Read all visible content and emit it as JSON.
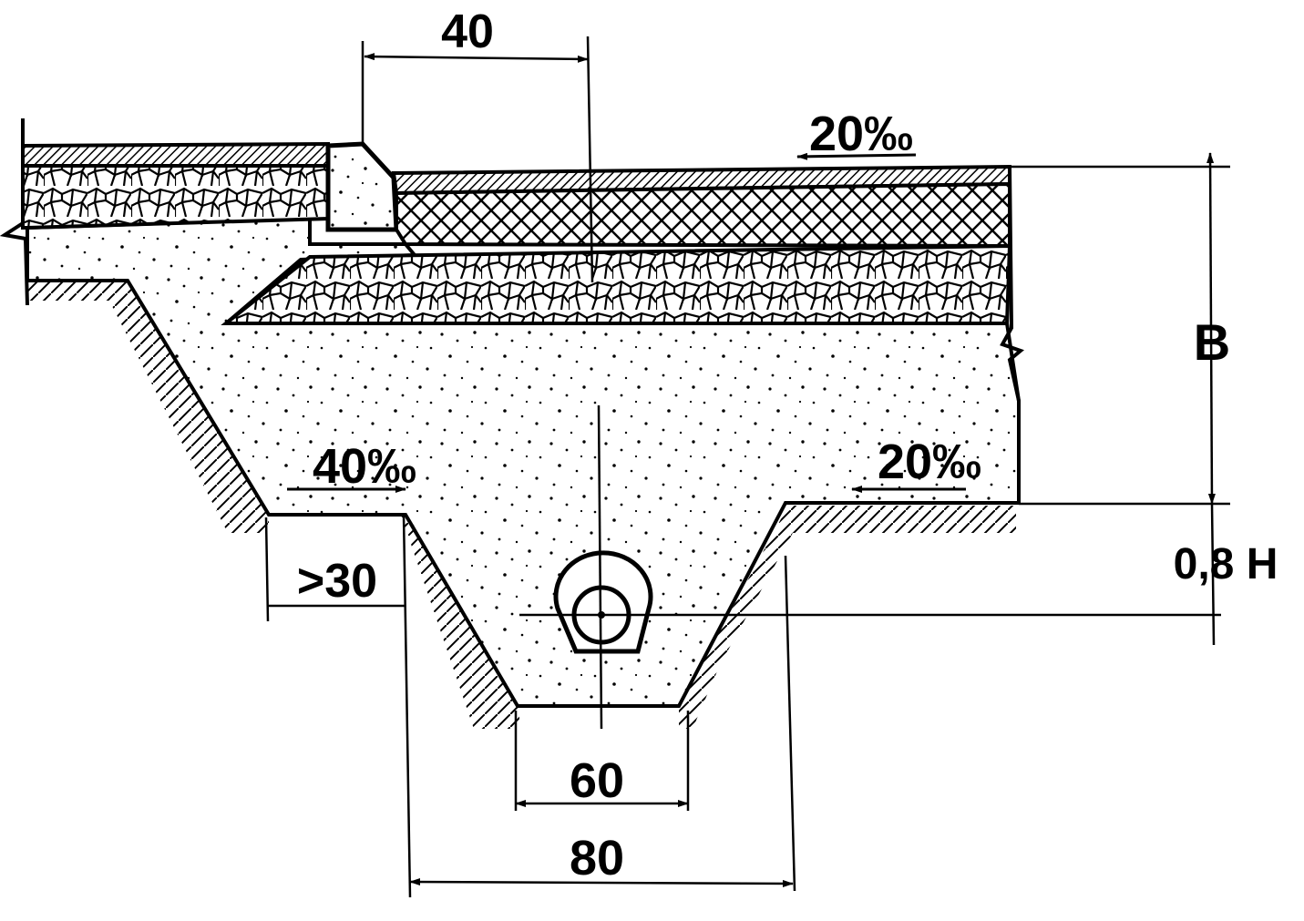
{
  "labels": {
    "top_width": "40",
    "road_slope": "20‰",
    "left_bottom_slope": "40‰",
    "right_bottom_slope": "20‰",
    "shoulder_min_width": ">30",
    "trench_bottom_width": "60",
    "trench_top_width": "80",
    "pavement_height": "B",
    "depth_ratio": "0,8 H"
  },
  "colors": {
    "ink": "#000000",
    "paper": "#ffffff"
  }
}
